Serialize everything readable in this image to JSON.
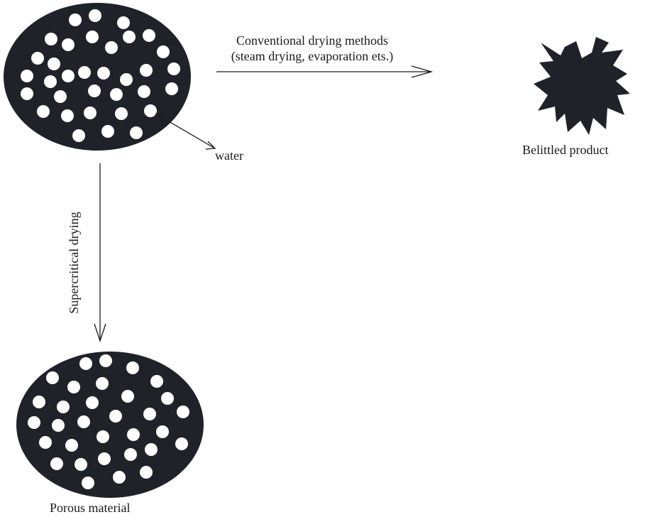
{
  "labels": {
    "conventional_line1": "Conventional drying methods",
    "conventional_line2": "(steam drying, evaporation ets.)",
    "water": "water",
    "belittled_product": "Belittled product",
    "supercritical_drying": "Supercritical drying",
    "porous_material": "Porous material"
  },
  "colors": {
    "fill": "#1f2329",
    "pore": "#ffffff",
    "line": "#1a1a1a"
  }
}
